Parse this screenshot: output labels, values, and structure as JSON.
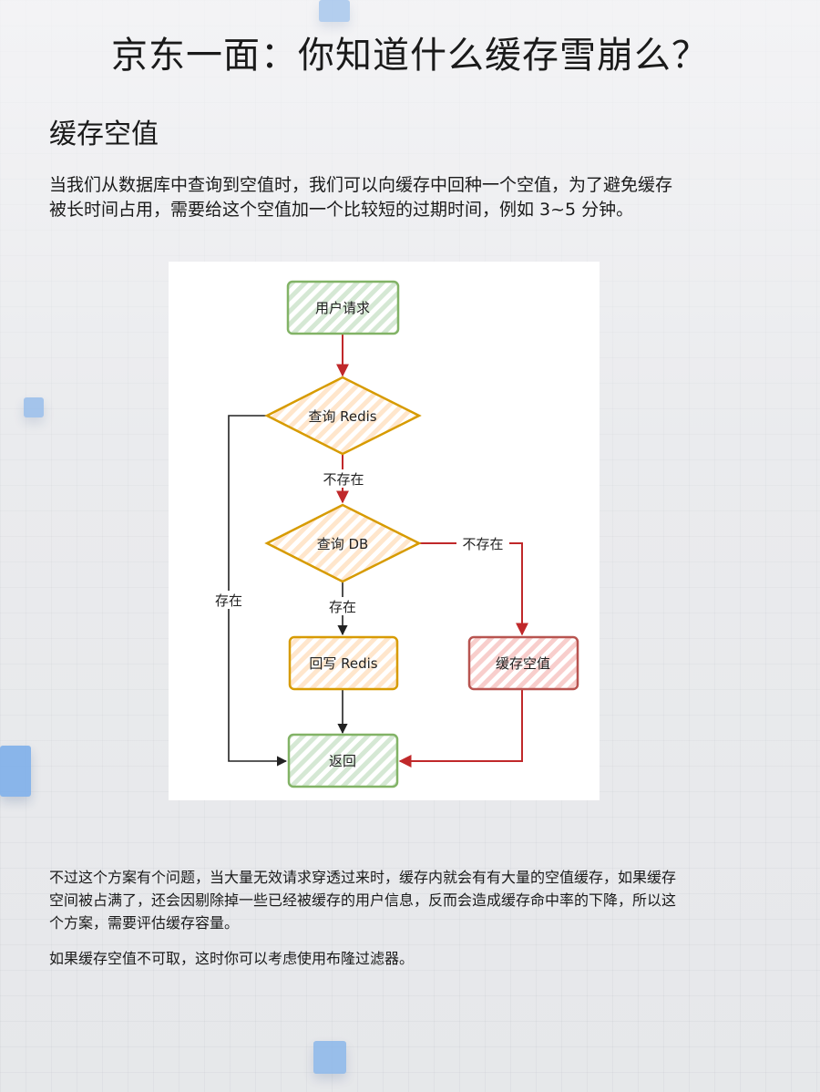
{
  "page": {
    "title": "京东一面：你知道什么缓存雪崩么？",
    "section_heading": "缓存空值",
    "intro_text": "当我们从数据库中查询到空值时，我们可以向缓存中回种一个空值，为了避免缓存被长时间占用，需要给这个空值加一个比较短的过期时间，例如 3~5 分钟。",
    "body_text_1": "不过这个方案有个问题，当大量无效请求穿透过来时，缓存内就会有有大量的空值缓存，如果缓存空间被占满了，还会因剔除掉一些已经被缓存的用户信息，反而会造成缓存命中率的下降，所以这个方案，需要评估缓存容量。",
    "body_text_2": "如果缓存空值不可取，这时你可以考虑使用布隆过滤器。"
  },
  "diagram": {
    "nodes": {
      "user_request": "用户请求",
      "query_redis": "查询 Redis",
      "query_db": "查询 DB",
      "write_back_redis": "回写 Redis",
      "cache_null": "缓存空值",
      "return": "返回"
    },
    "edge_labels": {
      "redis_miss": "不存在",
      "db_miss": "不存在",
      "db_hit": "存在",
      "redis_hit": "存在"
    }
  },
  "colors": {
    "green_fill": "#d5e8d4",
    "green_stroke": "#82b366",
    "orange_fill": "#ffe6cc",
    "orange_stroke": "#d79b00",
    "red_fill": "#f8cecc",
    "red_stroke": "#b85450",
    "arrow_red": "#c0282a",
    "arrow_black": "#222222",
    "cube_blue": "#7fb0ea"
  }
}
